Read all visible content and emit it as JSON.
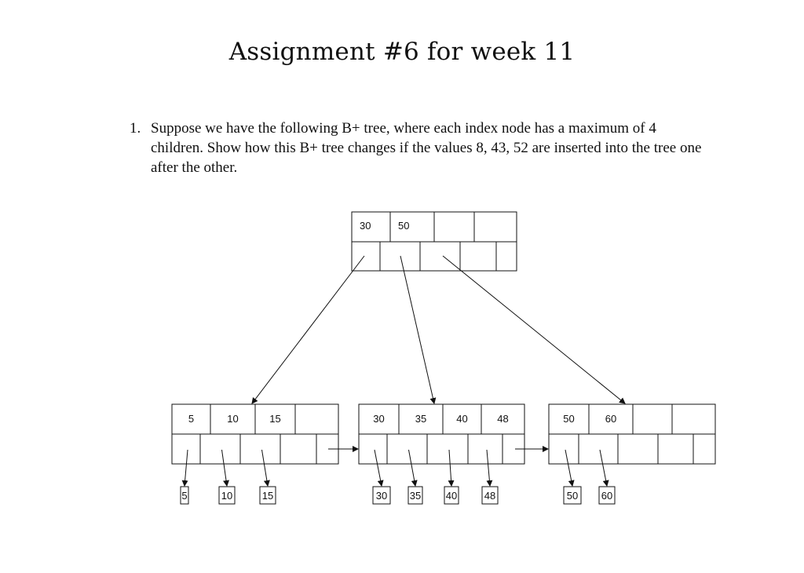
{
  "title": "Assignment #6 for week 11",
  "question": {
    "number": "1.",
    "text": "Suppose we have the following B+ tree, where each index node has a maximum of 4 children. Show how this B+ tree changes if the values 8, 43, 52 are inserted into the tree one after the other."
  },
  "tree": {
    "root": {
      "keys": [
        "30",
        "50",
        "",
        ""
      ]
    },
    "leaves": [
      {
        "keys": [
          "5",
          "10",
          "15",
          ""
        ],
        "records": [
          "5",
          "10",
          "15"
        ]
      },
      {
        "keys": [
          "30",
          "35",
          "40",
          "48"
        ],
        "records": [
          "30",
          "35",
          "40",
          "48"
        ]
      },
      {
        "keys": [
          "50",
          "60",
          "",
          ""
        ],
        "records": [
          "50",
          "60"
        ]
      }
    ]
  }
}
